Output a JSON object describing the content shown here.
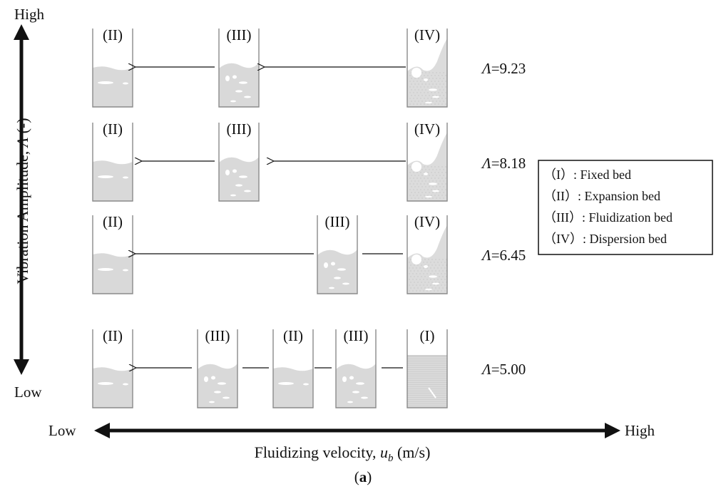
{
  "axes": {
    "y_high": "High",
    "y_low": "Low",
    "y_label_main": "Vibration Amplitude, ",
    "y_label_symbol": "Λ",
    "y_label_unit": " (-)",
    "x_low": "Low",
    "x_high": "High",
    "x_label_main": "Fluidizing velocity, ",
    "x_label_symbol": "u",
    "x_label_sub": "b",
    "x_label_unit": " (m/s)"
  },
  "rows": [
    {
      "lambda_symbol": "Λ",
      "lambda_value": "=9.23",
      "cells": [
        {
          "label": "(II)",
          "state": "expansion"
        },
        {
          "label": "(III)",
          "state": "fluidization"
        },
        {
          "label": "(IV)",
          "state": "dispersion"
        }
      ]
    },
    {
      "lambda_symbol": "Λ",
      "lambda_value": "=8.18",
      "cells": [
        {
          "label": "(II)",
          "state": "expansion"
        },
        {
          "label": "(III)",
          "state": "fluidization"
        },
        {
          "label": "(IV)",
          "state": "dispersion"
        }
      ]
    },
    {
      "lambda_symbol": "Λ",
      "lambda_value": "=6.45",
      "cells": [
        {
          "label": "(II)",
          "state": "expansion"
        },
        {
          "label": "(III)",
          "state": "fluidization"
        },
        {
          "label": "(IV)",
          "state": "dispersion"
        }
      ]
    },
    {
      "lambda_symbol": "Λ",
      "lambda_value": "=5.00",
      "cells": [
        {
          "label": "(II)",
          "state": "expansion"
        },
        {
          "label": "(III)",
          "state": "fluidization"
        },
        {
          "label": "(II)",
          "state": "expansion"
        },
        {
          "label": "(III)",
          "state": "fluidization"
        },
        {
          "label": "(I)",
          "state": "fixed"
        }
      ]
    }
  ],
  "legend": [
    {
      "code": "（I）",
      "desc": ": Fixed bed"
    },
    {
      "code": "（II）",
      "desc": ": Expansion bed"
    },
    {
      "code": "（III）",
      "desc": ": Fluidization bed"
    },
    {
      "code": "（IV）",
      "desc": ": Dispersion bed"
    }
  ],
  "caption": {
    "open": "(",
    "letter": "a",
    "close": ")"
  },
  "colors": {
    "powder": "#d9d9d9",
    "stroke": "#111111",
    "bubble": "#ffffff"
  }
}
